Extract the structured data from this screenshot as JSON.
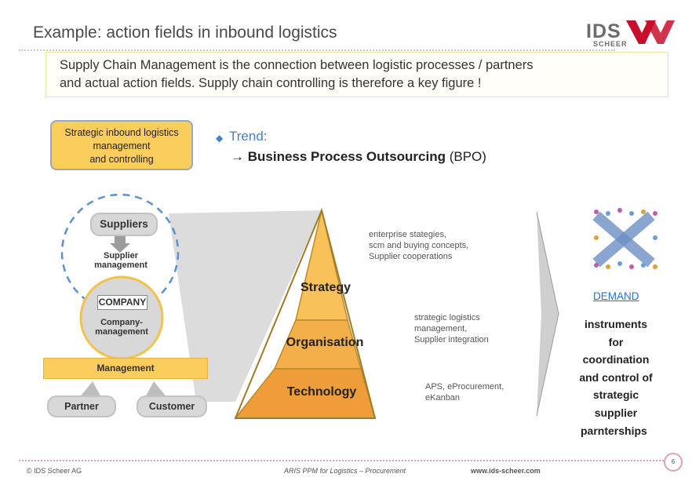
{
  "header": {
    "title": "Example: action fields in inbound logistics",
    "logo_text": "IDS",
    "logo_sub": "SCHEER"
  },
  "intro": {
    "line1": "Supply Chain Management is the connection between logistic processes / partners",
    "line2": "and actual action fields. Supply chain controlling is therefore a key figure !"
  },
  "strategic_box": {
    "line1": "Strategic inbound logistics",
    "line2": "management",
    "line3": "and controlling"
  },
  "trend": {
    "label": "Trend:",
    "arrow": "→",
    "bpo_bold": "Business Process Outsourcing",
    "bpo_abbr": "(BPO)"
  },
  "left_diagram": {
    "suppliers": "Suppliers",
    "supplier_mgmt_1": "Supplier",
    "supplier_mgmt_2": "management",
    "company": "COMPANY",
    "company_mgmt_1": "Company-",
    "company_mgmt_2": "management",
    "management": "Management",
    "partner": "Partner",
    "customer": "Customer"
  },
  "pyramid": {
    "strategy": "Strategy",
    "organisation": "Organisation",
    "technology": "Technology",
    "ann_strategy": [
      "enterprise stategies,",
      "scm and buying concepts,",
      "Supplier cooperations"
    ],
    "ann_organisation": [
      "strategic logistics",
      "management,",
      "Supplier integration"
    ],
    "ann_technology": [
      "APS, eProcurement,",
      "eKanban"
    ]
  },
  "right": {
    "demand": "DEMAND",
    "instruments": [
      "instruments",
      "for",
      "coordination",
      "and control of",
      "strategic",
      "supplier"
    ],
    "partnerships": "parnterships"
  },
  "footer": {
    "left": "© IDS Scheer AG",
    "center": "ARIS PPM for Logistics – Procurement",
    "right": "www.ids-scheer.com",
    "page": "6"
  },
  "colors": {
    "gold": "#fbcd5c",
    "accent_blue": "#4a7fc5",
    "logo_red": "#c8102e"
  }
}
